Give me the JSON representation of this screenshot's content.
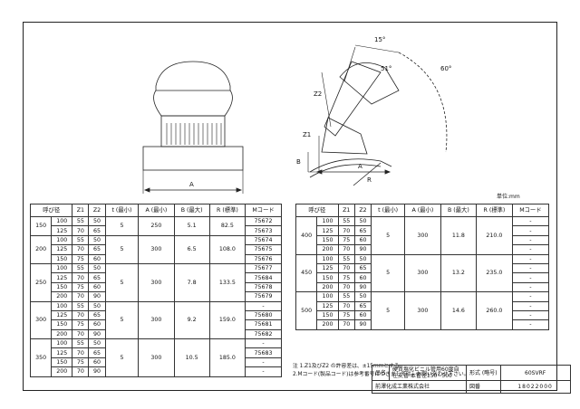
{
  "drawing": {
    "label_A_front": "A",
    "label_A_side": "A",
    "label_B": "B",
    "label_Z1": "Z1",
    "label_Z2": "Z2",
    "label_R": "R",
    "angle_15": "15°",
    "angle_51": "51°",
    "angle_60": "60°"
  },
  "unit": "単位:mm",
  "left_table": {
    "headers": [
      "呼び径",
      "Z1",
      "Z2",
      "t (最小)",
      "A (最小)",
      "B (最大)",
      "R (標準)",
      "Mコード"
    ],
    "groups": [
      {
        "size": "150",
        "t": "5",
        "a": "250",
        "b": "5.1",
        "r": "82.5",
        "rows": [
          [
            "100",
            "55",
            "50",
            "75672"
          ],
          [
            "125",
            "70",
            "65",
            "75673"
          ]
        ]
      },
      {
        "size": "200",
        "t": "5",
        "a": "300",
        "b": "6.5",
        "r": "108.0",
        "rows": [
          [
            "100",
            "55",
            "50",
            "75674"
          ],
          [
            "125",
            "70",
            "65",
            "75675"
          ],
          [
            "150",
            "75",
            "60",
            "75676"
          ]
        ]
      },
      {
        "size": "250",
        "t": "5",
        "a": "300",
        "b": "7.8",
        "r": "133.5",
        "rows": [
          [
            "100",
            "55",
            "50",
            "75677"
          ],
          [
            "125",
            "70",
            "65",
            "75684"
          ],
          [
            "150",
            "75",
            "60",
            "75678"
          ],
          [
            "200",
            "70",
            "90",
            "75679"
          ]
        ]
      },
      {
        "size": "300",
        "t": "5",
        "a": "300",
        "b": "9.2",
        "r": "159.0",
        "rows": [
          [
            "100",
            "55",
            "50",
            "-"
          ],
          [
            "125",
            "70",
            "65",
            "75680"
          ],
          [
            "150",
            "75",
            "60",
            "75681"
          ],
          [
            "200",
            "70",
            "90",
            "75682"
          ]
        ]
      },
      {
        "size": "350",
        "t": "5",
        "a": "300",
        "b": "10.5",
        "r": "185.0",
        "rows": [
          [
            "100",
            "55",
            "50",
            "-"
          ],
          [
            "125",
            "70",
            "65",
            "75683"
          ],
          [
            "150",
            "75",
            "60",
            "-"
          ],
          [
            "200",
            "70",
            "90",
            "-"
          ]
        ]
      }
    ]
  },
  "right_table": {
    "headers": [
      "呼び径",
      "Z1",
      "Z2",
      "t (最小)",
      "A (最小)",
      "B (最大)",
      "R (標準)",
      "Mコード"
    ],
    "groups": [
      {
        "size": "400",
        "t": "5",
        "a": "300",
        "b": "11.8",
        "r": "210.0",
        "rows": [
          [
            "100",
            "55",
            "50",
            "-"
          ],
          [
            "125",
            "70",
            "65",
            "-"
          ],
          [
            "150",
            "75",
            "60",
            "-"
          ],
          [
            "200",
            "70",
            "90",
            "-"
          ]
        ]
      },
      {
        "size": "450",
        "t": "5",
        "a": "300",
        "b": "13.2",
        "r": "235.0",
        "rows": [
          [
            "100",
            "55",
            "50",
            "-"
          ],
          [
            "125",
            "70",
            "65",
            "-"
          ],
          [
            "150",
            "75",
            "60",
            "-"
          ],
          [
            "200",
            "70",
            "90",
            "-"
          ]
        ]
      },
      {
        "size": "500",
        "t": "5",
        "a": "300",
        "b": "14.6",
        "r": "260.0",
        "rows": [
          [
            "100",
            "55",
            "50",
            "-"
          ],
          [
            "125",
            "70",
            "65",
            "-"
          ],
          [
            "150",
            "75",
            "60",
            "-"
          ],
          [
            "200",
            "70",
            "90",
            "-"
          ]
        ]
      }
    ]
  },
  "notes": {
    "line1": "注 1.Z1及びZ2 の許容差は、±15mmとする。",
    "line2": "2.Mコード(製品コード)は参考番号につきましては、お問い合わせ下さい。"
  },
  "title_block": {
    "name_label": "品名",
    "name_value": "硬質塩化ビニル管用60度自在支管 本管径150~500",
    "model_label": "形式 (略号)",
    "model_value": "60SVRF",
    "company": "前澤化成工業株式会社",
    "drawing_no_label": "図番",
    "drawing_no": "18022000"
  }
}
